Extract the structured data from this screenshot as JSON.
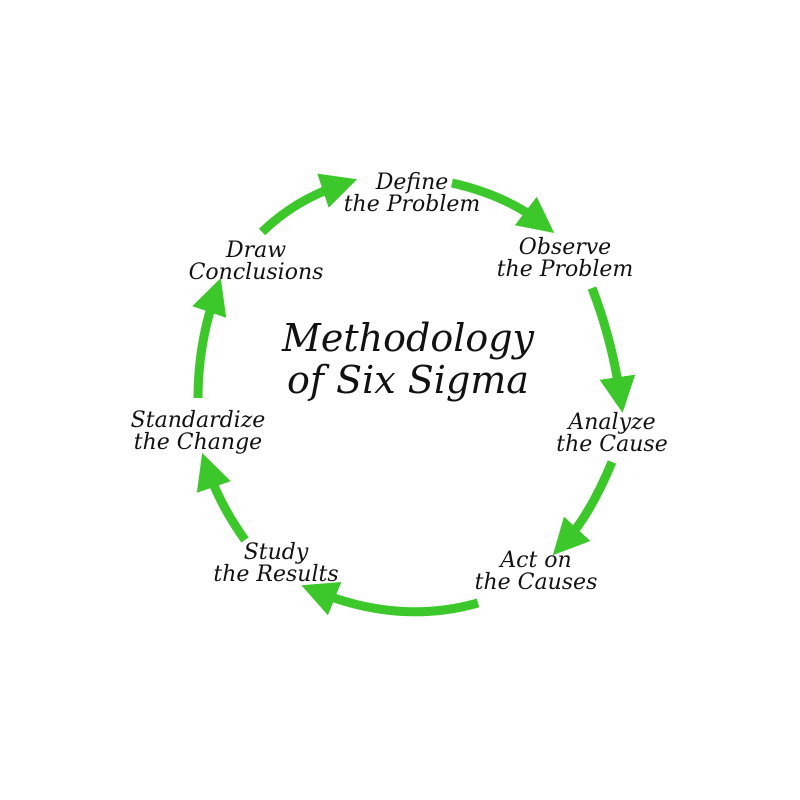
{
  "title": [
    "Methodology",
    "of Six Sigma"
  ],
  "colors": {
    "arrow": "#3cc82a",
    "text": "#111111"
  },
  "steps": [
    {
      "lines": [
        "Define",
        "the Problem"
      ]
    },
    {
      "lines": [
        "Observe",
        "the Problem"
      ]
    },
    {
      "lines": [
        "Analyze",
        "the Cause"
      ]
    },
    {
      "lines": [
        "Act on",
        "the Causes"
      ]
    },
    {
      "lines": [
        "Study",
        "the Results"
      ]
    },
    {
      "lines": [
        "Standardize",
        "the Change"
      ]
    },
    {
      "lines": [
        "Draw",
        "Conclusions"
      ]
    }
  ]
}
